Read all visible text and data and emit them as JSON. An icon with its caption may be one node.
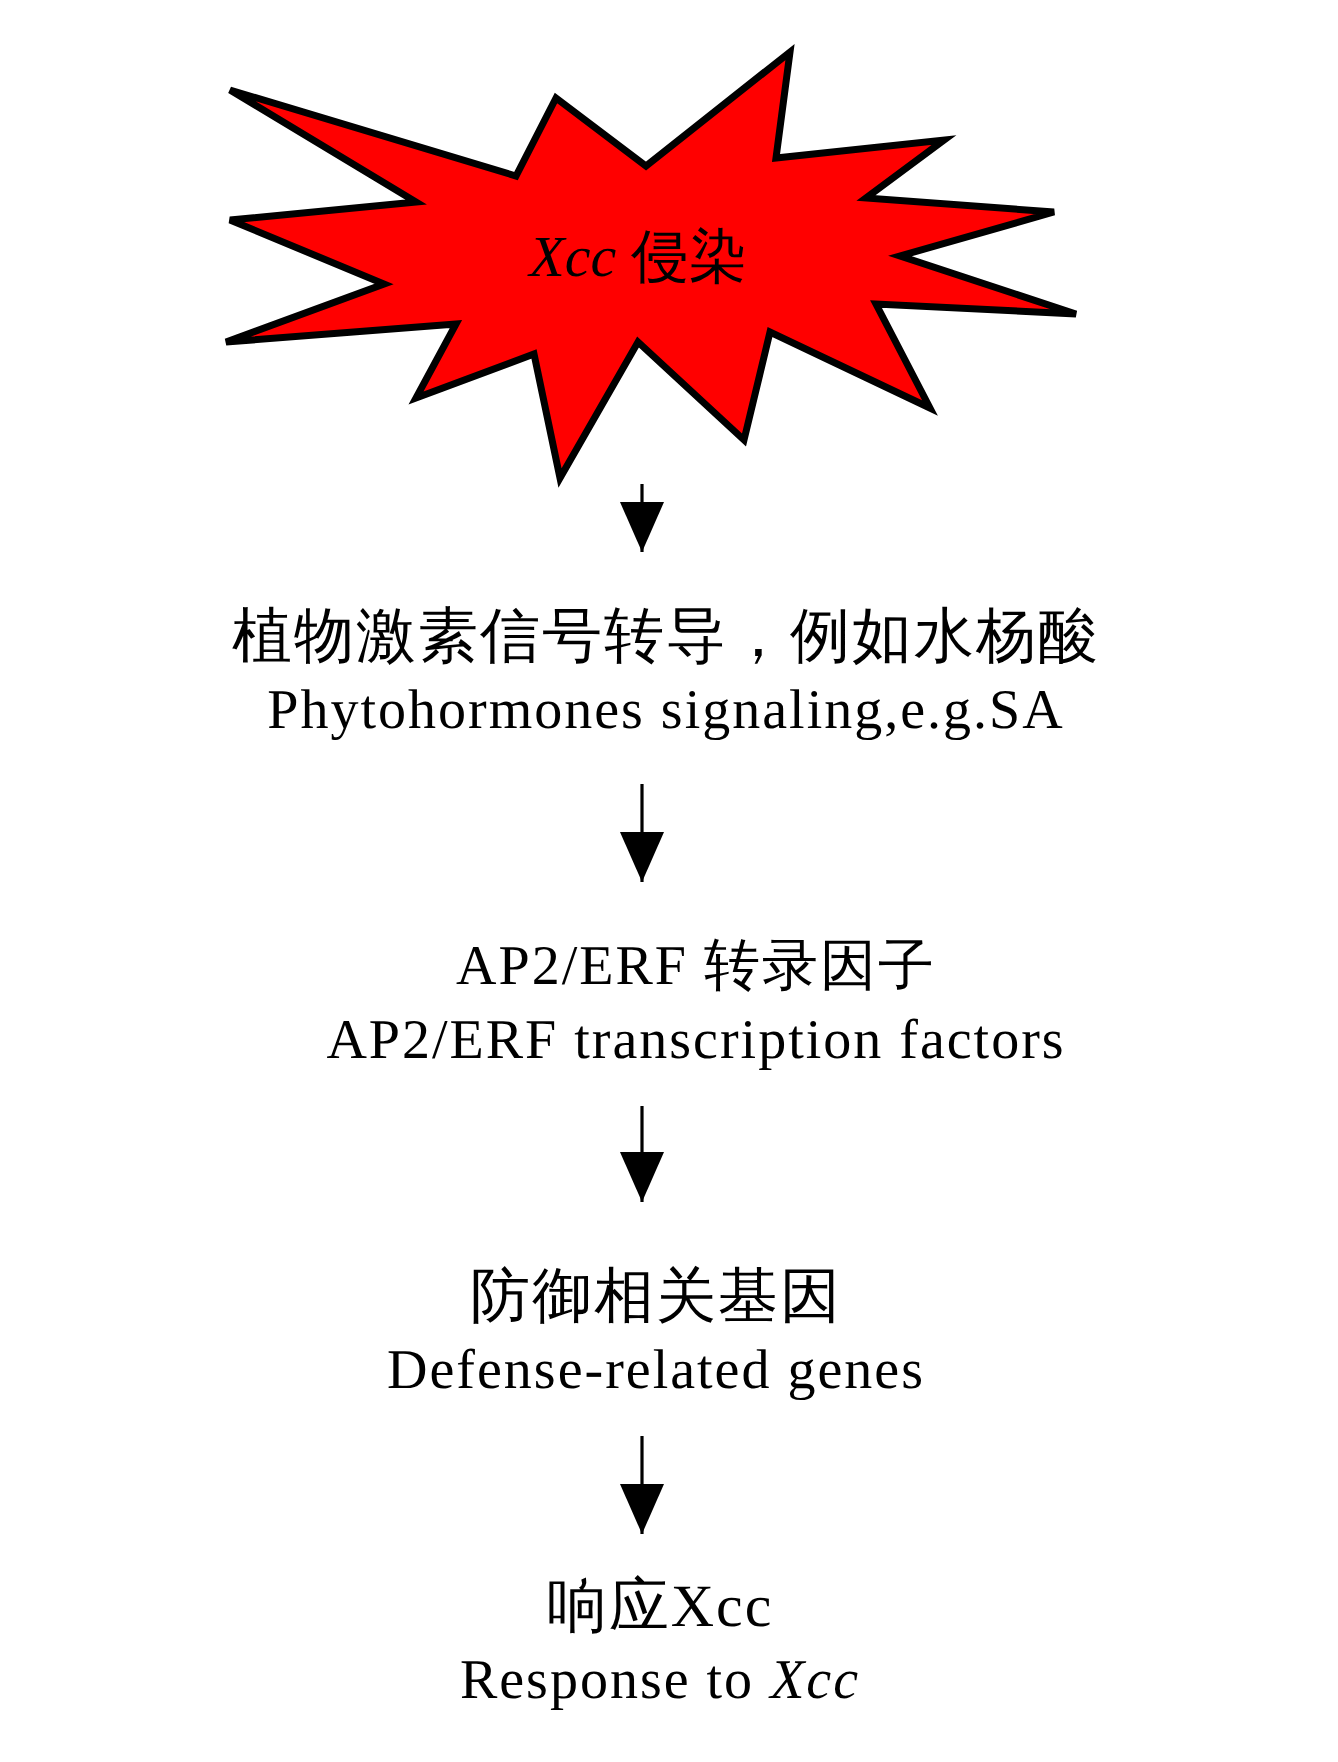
{
  "diagram": {
    "nodes": [
      {
        "text": [
          "*Xcc* 侵染"
        ]
      },
      {
        "text": [
          "植物激素信号转导，例如水杨酸",
          "Phytohormones signaling,e.g.SA"
        ]
      },
      {
        "text": [
          "AP2/ERF 转录因子",
          "AP2/ERF transcription factors"
        ]
      },
      {
        "text": [
          "防御相关基因",
          "Defense-related genes"
        ]
      },
      {
        "text": [
          "响应Xcc",
          "Response to *Xcc*"
        ]
      }
    ],
    "edges": [
      {
        "from": 0,
        "to": 1,
        "arrow": "to"
      },
      {
        "from": 1,
        "to": 2,
        "arrow": "to"
      },
      {
        "from": 2,
        "to": 3,
        "arrow": "to"
      },
      {
        "from": 3,
        "to": 4,
        "arrow": "to"
      }
    ]
  }
}
